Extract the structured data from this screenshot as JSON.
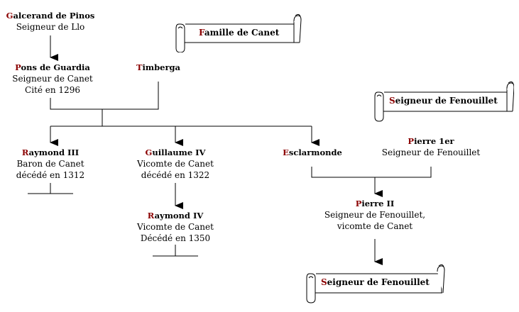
{
  "people": {
    "galcerand": {
      "initial": "G",
      "rest": "alcerand de Pinos",
      "lines": [
        "Seigneur de Llo"
      ]
    },
    "pons": {
      "initial": "P",
      "rest": "ons de Guardia",
      "lines": [
        "Seigneur de Canet",
        "Cité en 1296"
      ]
    },
    "timberga": {
      "initial": "T",
      "rest": "imberga",
      "lines": []
    },
    "raymond3": {
      "initial": "R",
      "rest": "aymond III",
      "lines": [
        "Baron de Canet",
        "décédé en 1312"
      ]
    },
    "guillaume4": {
      "initial": "G",
      "rest": "uillaume IV",
      "lines": [
        "Vicomte de Canet",
        "décédé en 1322"
      ]
    },
    "raymond4": {
      "initial": "R",
      "rest": "aymond IV",
      "lines": [
        "Vicomte de Canet",
        "Décédé en 1350"
      ]
    },
    "esclarmonde": {
      "initial": "E",
      "rest": "sclarmonde",
      "lines": []
    },
    "pierre1": {
      "initial": "P",
      "rest": "ierre 1er",
      "lines": [
        "Seigneur de Fenouillet"
      ]
    },
    "pierre2": {
      "initial": "P",
      "rest": "ierre II",
      "lines": [
        "Seigneur de Fenouillet,",
        "vicomte de Canet"
      ]
    }
  },
  "scrolls": {
    "canet": {
      "initial": "F",
      "rest": "amille de Canet"
    },
    "fenouillet_top": {
      "initial": "S",
      "rest": "eigneur de Fenouillet"
    },
    "fenouillet_bottom": {
      "initial": "S",
      "rest": "eigneur de Fenouillet"
    }
  },
  "colors": {
    "initial": "#8b0000",
    "lines": "#000000"
  }
}
